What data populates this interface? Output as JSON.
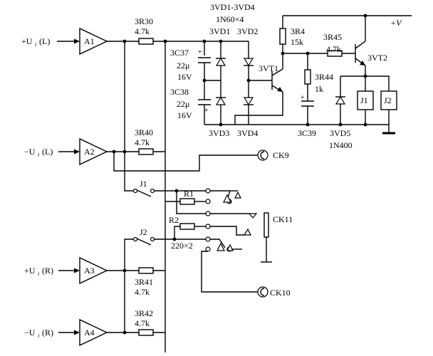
{
  "inputs": {
    "in_left": "+U",
    "in_left_sub": "i",
    "in_left_ch": "(L)",
    "in_left_inv": "−U",
    "in_left_inv_sub": "i",
    "in_left_inv_ch": "(L)",
    "in_right": "+U",
    "in_right_sub": "i",
    "in_right_ch": "(R)",
    "in_right_inv": "−U",
    "in_right_inv_sub": "i",
    "in_right_inv_ch": "(R)"
  },
  "amplifiers": {
    "a1": "A1",
    "a2": "A2",
    "a3": "A3",
    "a4": "A4"
  },
  "resistors": {
    "r30_ref": "3R30",
    "r30_val": "4.7k",
    "r40_ref": "3R40",
    "r40_val": "4.7k",
    "r41_ref": "3R41",
    "r41_val": "4.7k",
    "r42_ref": "3R42",
    "r42_val": "4.7k",
    "r4_ref": "3R4",
    "r4_val": "15k",
    "r45_ref": "3R45",
    "r45_val": "4.7k",
    "r44_ref": "3R44",
    "r44_val": "1k",
    "r1_ref": "R1",
    "r2_ref": "R2",
    "r12_val": "220×2"
  },
  "capacitors": {
    "c37_ref": "3C37",
    "c37_cap": "22μ",
    "c37_volt": "16V",
    "c38_ref": "3C38",
    "c38_cap": "22μ",
    "c38_volt": "16V",
    "c39_ref": "3C39"
  },
  "diodes": {
    "group_title": "3VD1-3VD4",
    "group_type": "1N60×4",
    "vd1": "3VD1",
    "vd2": "3VD2",
    "vd3": "3VD3",
    "vd4": "3VD4",
    "vd5": "3VD5",
    "vd5_type": "1N400"
  },
  "transistors": {
    "vt1": "3VT1",
    "vt2": "3VT2"
  },
  "relays": {
    "j1": "J1",
    "j2": "J2",
    "j1_contact": "J1",
    "j2_contact": "J2"
  },
  "connectors": {
    "ck9": "CK9",
    "ck10": "CK10",
    "ck11": "CK11"
  },
  "supply": {
    "plus_v": "+V"
  }
}
